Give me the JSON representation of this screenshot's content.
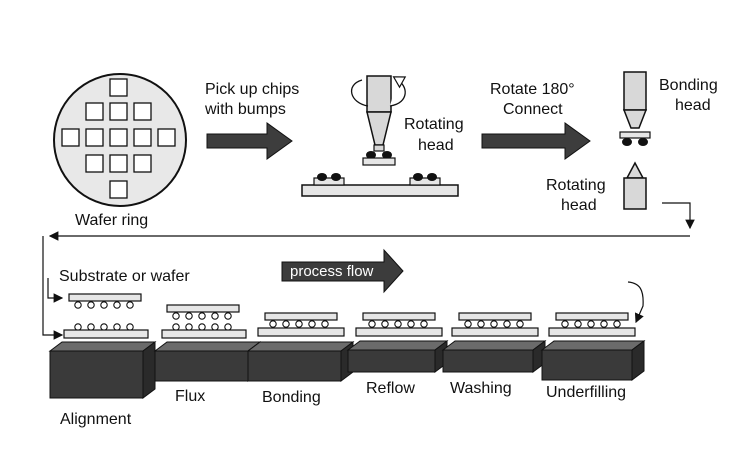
{
  "labels": {
    "wafer_ring": "Wafer ring",
    "pickup_line1": "Pick up chips",
    "pickup_line2": "with bumps",
    "rotating_head_top_line1": "Rotating",
    "rotating_head_top_line2": "head",
    "rotate_line1": "Rotate 180°",
    "rotate_line2": "Connect",
    "bonding_head_line1": "Bonding",
    "bonding_head_line2": "head",
    "rotating_head_bottom_line1": "Rotating",
    "rotating_head_bottom_line2": "head",
    "substrate": "Substrate or wafer",
    "process_flow": "process flow"
  },
  "steps": [
    "Alignment",
    "Flux",
    "Bonding",
    "Reflow",
    "Washing",
    "Underfilling"
  ],
  "colors": {
    "block_front": "#3a3a3a",
    "block_top": "#6b6b6b",
    "block_side": "#2a2a2a",
    "arrow_dark": "#3d3d3d",
    "process_arrow": "#3c3c3c"
  }
}
